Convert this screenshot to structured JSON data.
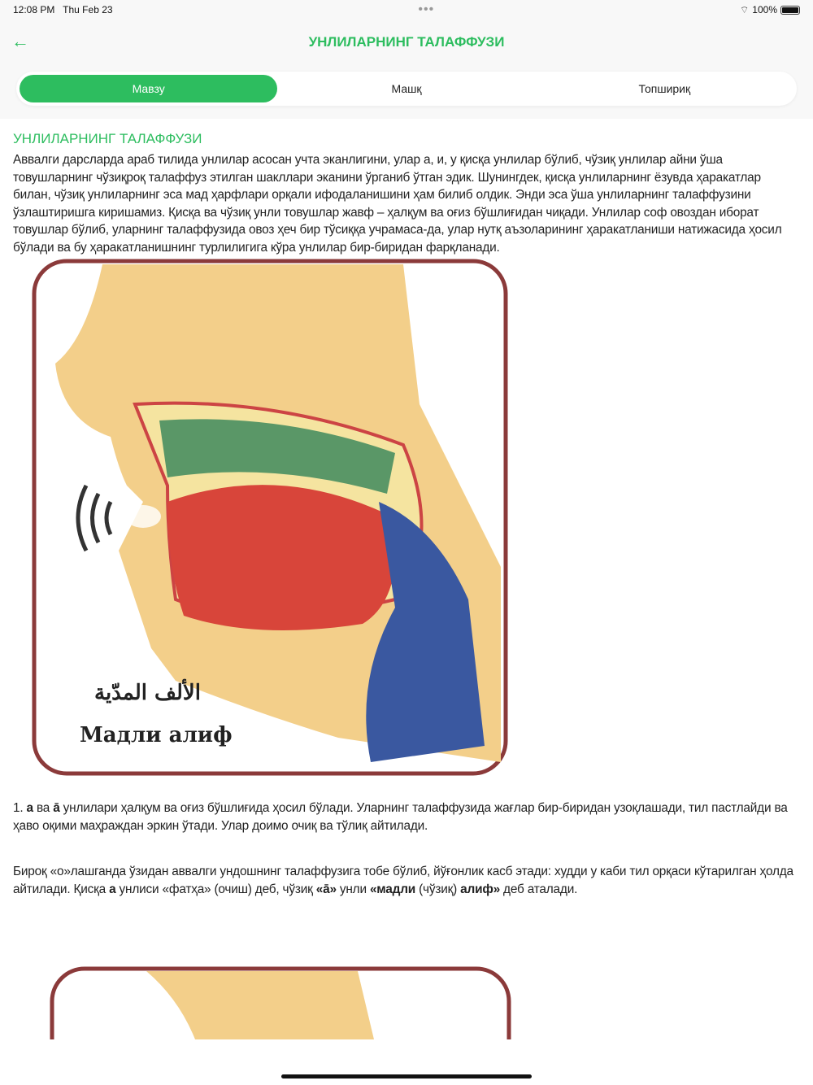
{
  "status": {
    "time": "12:08 PM",
    "date": "Thu Feb 23",
    "battery": "100%"
  },
  "header": {
    "title": "УНЛИЛАРНИНГ ТАЛАФФУЗИ"
  },
  "tabs": [
    {
      "label": "Мавзу",
      "active": true
    },
    {
      "label": "Машқ"
    },
    {
      "label": "Топшириқ"
    }
  ],
  "content": {
    "heading": "УНЛИЛАРНИНГ ТАЛАФФУЗИ",
    "intro": "Аввалги дарсларда араб тилида унлилар асосан учта эканлигини, улар а, и, у қисқа унлилар бўлиб, чўзиқ унлилар айни ўша товушларнинг чўзиқроқ талаффуз этилган шакллари эканини ўрганиб ўтган эдик. Шунингдек, қисқа унлиларнинг ёзувда ҳаракатлар билан, чўзиқ унлиларнинг эса мад ҳарфлари орқали ифодаланишини ҳам билиб олдик. Энди эса ўша унлиларнинг талаффузини ўзлаштиришга киришамиз. Қисқа ва чўзиқ унли товушлар жавф – ҳалқум ва оғиз бўшлиғидан чиқади. Унлилар соф овоздан иборат товушлар бўлиб, уларнинг талаффузида овоз ҳеч бир тўсиққа учрамаса-да, улар нутқ аъзоларининг ҳаракатланиши натижасида ҳосил бўлади ва бу ҳаракатланишнинг турлилигига кўра унлилар бир-биридан фарқланади.",
    "figure": {
      "caption_arabic": "الألف المدّية",
      "caption": "Мадли алиф"
    },
    "p1": {
      "s1": "1. ",
      "b1": "а",
      "s2": " ва ",
      "b2": "ā",
      "s3": " унлилари ҳалқум ва оғиз бўшлиғида ҳосил бўлади. Уларнинг талаффузида жағлар бир-биридан узоқлашади, тил пастлайди ва ҳаво оқими маҳраждан эркин ўтади. Улар доимо очиқ ва тўлиқ айтилади."
    },
    "p2": {
      "s1": "Бироқ «о»лашганда ўзидан аввалги ундошнинг талаффузига тобе бўлиб, йўғонлик касб этади: худди у каби тил орқаси кўтарилган ҳолда айтилади. Қисқа ",
      "b1": "а",
      "s2": " унлиси «фатҳа» (очиш) деб, чўзиқ ",
      "b2": "«ā»",
      "s3": " унли ",
      "b3": "«мадли",
      "s4": " (чўзиқ) ",
      "b4": "алиф»",
      "s5": "  деб аталади."
    }
  },
  "colors": {
    "accent": "#2dbd5f"
  }
}
